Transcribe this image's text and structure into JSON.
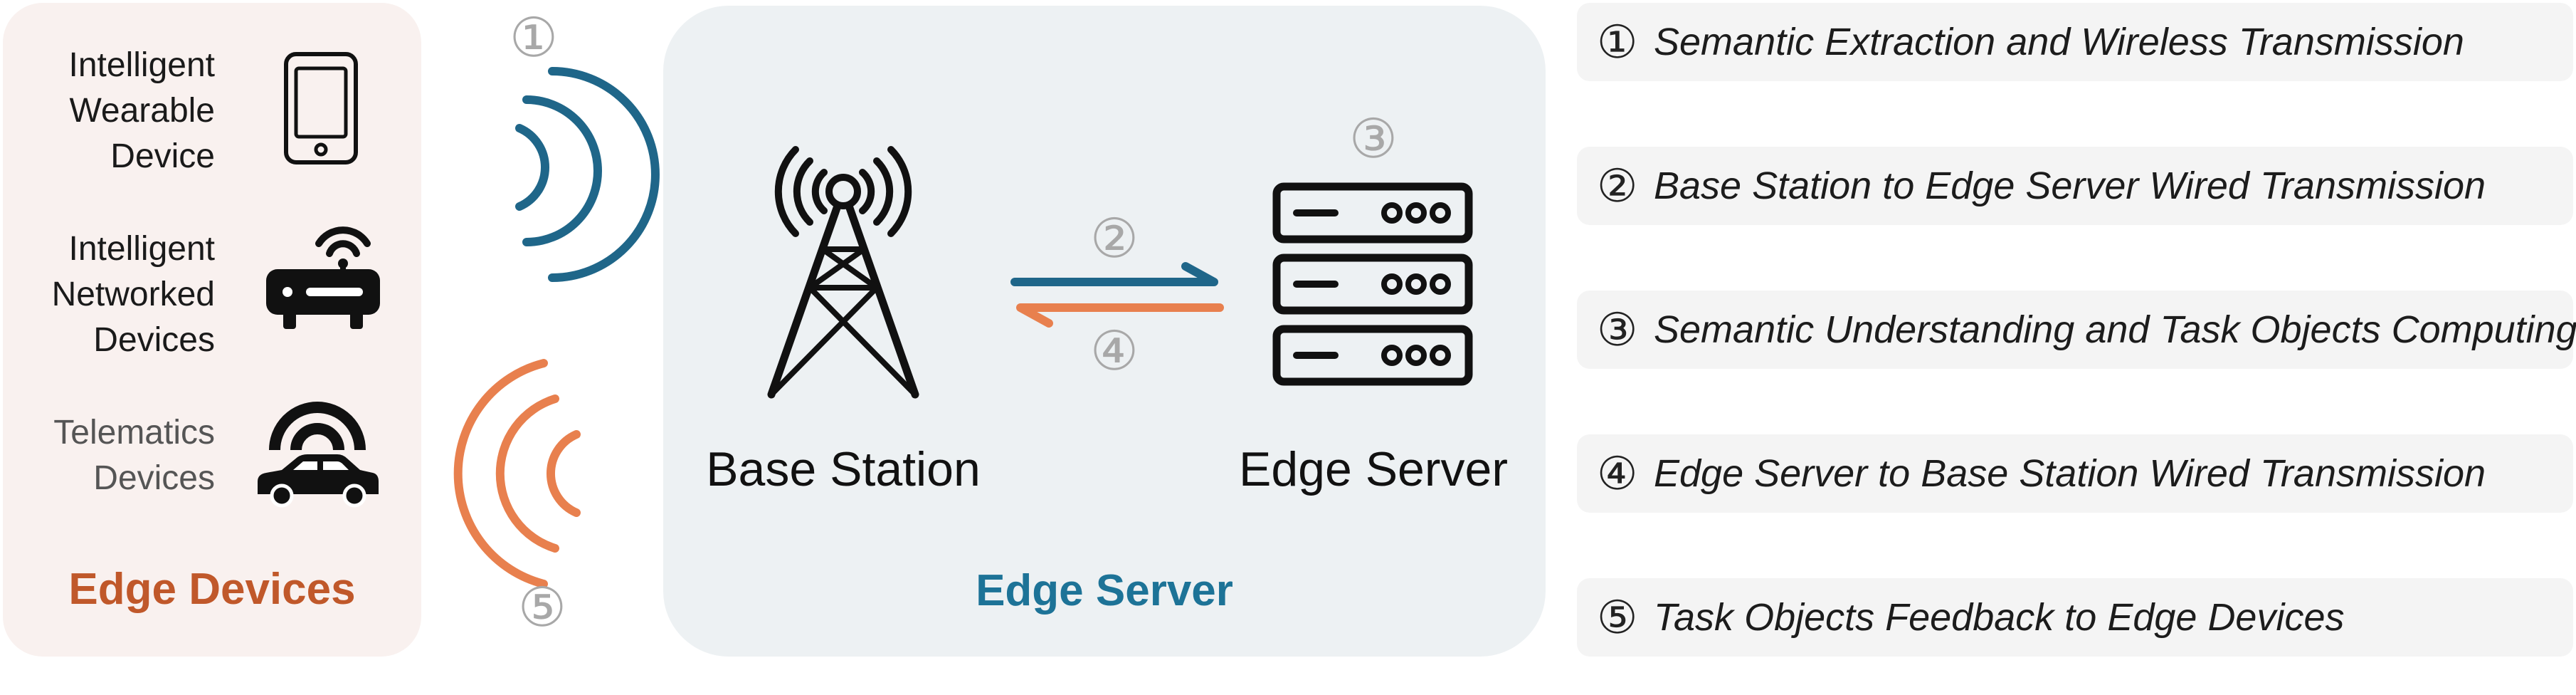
{
  "edge_devices": {
    "title": "Edge Devices",
    "devices": [
      {
        "label": "Intelligent\nWearable\nDevice",
        "icon": "smartphone-icon"
      },
      {
        "label": "Intelligent\nNetworked\nDevices",
        "icon": "wifi-router-icon"
      },
      {
        "label": "Telematics\nDevices",
        "icon": "connected-car-icon"
      }
    ]
  },
  "edge_server": {
    "title": "Edge Server",
    "base_station_label": "Base Station",
    "server_label": "Edge Server"
  },
  "markers": {
    "m1": "①",
    "m2": "②",
    "m3": "③",
    "m4": "④",
    "m5": "⑤"
  },
  "steps": [
    {
      "num": "①",
      "text": "Semantic Extraction and Wireless Transmission"
    },
    {
      "num": "②",
      "text": "Base Station to Edge Server Wired Transmission"
    },
    {
      "num": "③",
      "text": "Semantic Understanding and Task Objects Computing"
    },
    {
      "num": "④",
      "text": "Edge Server to Base Station Wired Transmission"
    },
    {
      "num": "⑤",
      "text": "Task Objects Feedback to Edge Devices"
    }
  ],
  "colors": {
    "edge_devices_title": "#c0582a",
    "edge_server_title": "#1d7397",
    "uplink": "#1f6689",
    "downlink": "#e8804e"
  }
}
